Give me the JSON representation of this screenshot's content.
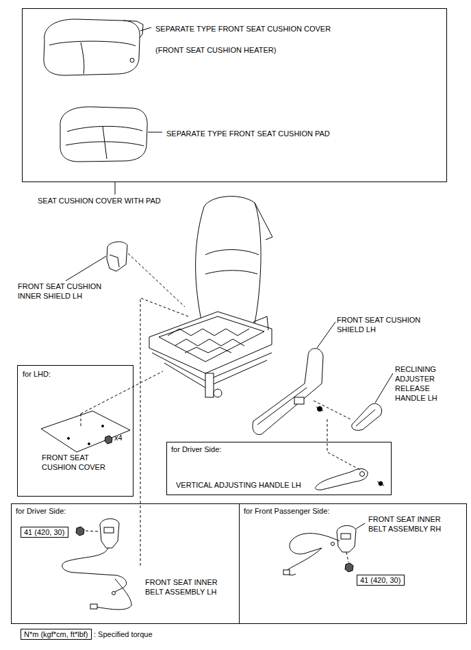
{
  "diagram": {
    "nodes": [
      {
        "text": [
          "SEPARATE TYPE FRONT SEAT CUSHION COVER",
          "(FRONT SEAT CUSHION HEATER)",
          "SEPARATE TYPE FRONT SEAT CUSHION PAD"
        ]
      },
      {
        "text": [
          "for LHD:",
          "FRONT SEAT CUSHION COVER",
          "x4"
        ]
      },
      {
        "text": [
          "for Driver Side:",
          "VERTICAL ADJUSTING HANDLE LH"
        ]
      },
      {
        "text": [
          "for Driver Side:",
          "FRONT SEAT INNER BELT ASSEMBLY LH"
        ]
      },
      {
        "text": [
          "41 (420, 30)"
        ],
        "in": 3
      },
      {
        "text": [
          "for Front Passenger Side:",
          "FRONT SEAT INNER BELT ASSEMBLY RH"
        ]
      },
      {
        "text": [
          "41 (420, 30)"
        ],
        "in": 5
      },
      {
        "text": [
          "N*m (kgf*cm, ft*lbf)"
        ]
      }
    ],
    "labels": [
      "SEAT CUSHION COVER WITH PAD",
      "FRONT SEAT CUSHION INNER SHIELD LH",
      "FRONT SEAT CUSHION SHIELD LH",
      "RECLINING ADJUSTER RELEASE HANDLE LH",
      ": Specified torque"
    ]
  }
}
